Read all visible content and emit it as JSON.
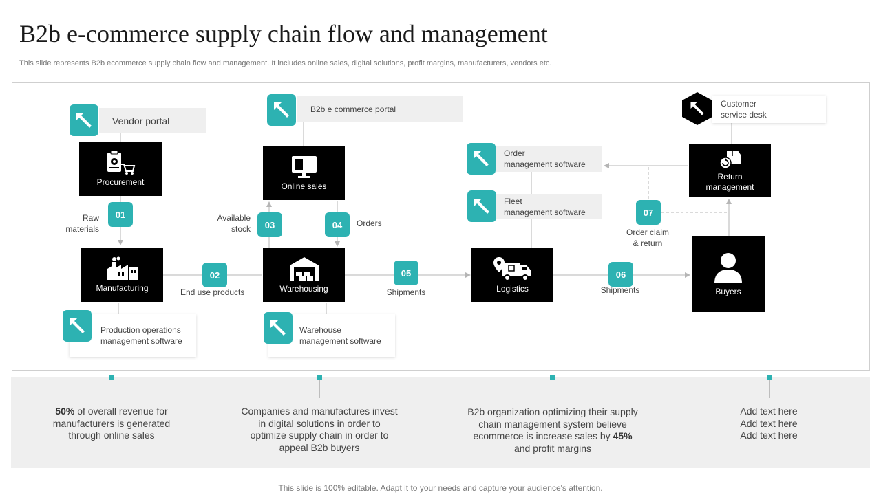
{
  "header": {
    "title": "B2b e-commerce supply chain flow and management",
    "subtitle": "This slide represents B2b ecommerce supply chain flow and management. It includes online sales, digital solutions, profit margins, manufacturers, vendors etc."
  },
  "nodes": {
    "procurement": "Procurement",
    "manufacturing": "Manufacturing",
    "online_sales": "Online sales",
    "warehousing": "Warehousing",
    "logistics": "Logistics",
    "return_l1": "Return",
    "return_l2": "management",
    "buyers": "Buyers"
  },
  "steps": {
    "s01": "01",
    "s02": "02",
    "s03": "03",
    "s04": "04",
    "s05": "05",
    "s06": "06",
    "s07": "07"
  },
  "flow_labels": {
    "raw_l1": "Raw",
    "raw_l2": "materials",
    "end_use": "End use products",
    "avail_l1": "Available",
    "avail_l2": "stock",
    "orders": "Orders",
    "shipments_1": "Shipments",
    "shipments_2": "Shipments",
    "claim_l1": "Order claim",
    "claim_l2": "& return"
  },
  "tools": {
    "vendor_portal": "Vendor portal",
    "b2b_portal": "B2b e commerce portal",
    "customer_l1": "Customer",
    "customer_l2": "service desk",
    "oms_l1": "Order",
    "oms_l2": "management  software",
    "fleet_l1": "Fleet",
    "fleet_l2": "management  software",
    "prod_l1": "Production operations",
    "prod_l2": "management  software",
    "wh_l1": "Warehouse",
    "wh_l2": "management  software"
  },
  "stats": {
    "s1_bold": "50%",
    "s1_l1": " of overall revenue for",
    "s1_l2": "manufacturers is generated",
    "s1_l3": "through online sales",
    "s2_l1": "Companies and manufactures invest",
    "s2_l2": "in digital solutions in order to",
    "s2_l3": "optimize supply chain in order to",
    "s2_l4": "appeal B2b buyers",
    "s3_l1": "B2b organization optimizing their supply",
    "s3_l2": "chain management system believe",
    "s3_l3": "ecommerce is increase sales by ",
    "s3_bold": "45%",
    "s3_l4": "and profit margins",
    "s4_l1": "Add text here",
    "s4_l2": "Add text here",
    "s4_l3": "Add text here"
  },
  "footer": "This slide is 100% editable. Adapt it to your needs and capture your audience's attention.",
  "colors": {
    "accent": "#2db2b2",
    "node": "#000000",
    "label_bg": "#efefef",
    "band_bg": "#efefef"
  },
  "icons": [
    "clipboard-cart-icon",
    "factory-icon",
    "monitor-icon",
    "warehouse-icon",
    "delivery-truck-icon",
    "return-box-icon",
    "user-icon",
    "pointer-arrow-icon"
  ]
}
